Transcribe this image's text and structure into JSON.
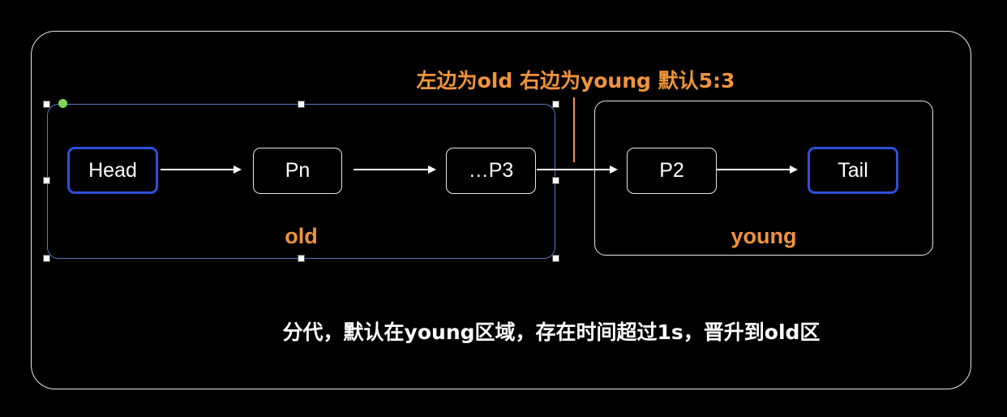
{
  "diagram": {
    "ratio_note": "左边为old 右边为young 默认5:3",
    "groups": {
      "old": {
        "label": "old"
      },
      "young": {
        "label": "young"
      }
    },
    "nodes": {
      "head": "Head",
      "pn": "Pn",
      "p3": "…P3",
      "p2": "P2",
      "tail": "Tail"
    },
    "caption": "分代，默认在young区域，存在时间超过1s，晋升到old区",
    "colors": {
      "accent_orange": "#f0943b",
      "node_highlight_blue": "#2f4fdc",
      "selection_blue": "#5b79c9",
      "background": "#000000",
      "stroke": "#e6e6e6"
    }
  }
}
